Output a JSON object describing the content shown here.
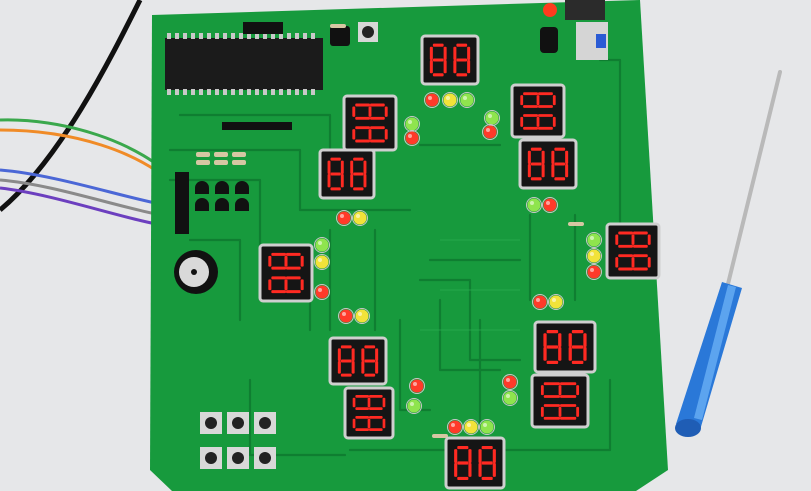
{
  "scene": {
    "description_items": [
      "traffic-light-pcb",
      "seven-segment-displays",
      "screwdriver",
      "ribbon-wires",
      "buzzer",
      "push-buttons"
    ]
  },
  "displays": [
    {
      "id": "d1",
      "text": "88"
    },
    {
      "id": "d2",
      "text": "88"
    },
    {
      "id": "d3",
      "text": "88"
    },
    {
      "id": "d4",
      "text": "88"
    },
    {
      "id": "d5",
      "text": "88"
    },
    {
      "id": "d6",
      "text": "88"
    },
    {
      "id": "d7",
      "text": "88"
    },
    {
      "id": "d8",
      "text": "88"
    },
    {
      "id": "d9",
      "text": "88"
    },
    {
      "id": "d10",
      "text": "88"
    },
    {
      "id": "d11",
      "text": "88"
    },
    {
      "id": "d12",
      "text": "88"
    }
  ],
  "colors": {
    "pcb": "#179a3d",
    "segment_on": "#ff2a22",
    "led_red": "#ff3a2a",
    "led_yellow": "#f2e23a",
    "led_green": "#8fe44e",
    "screwdriver_handle": "#2a78d8"
  }
}
